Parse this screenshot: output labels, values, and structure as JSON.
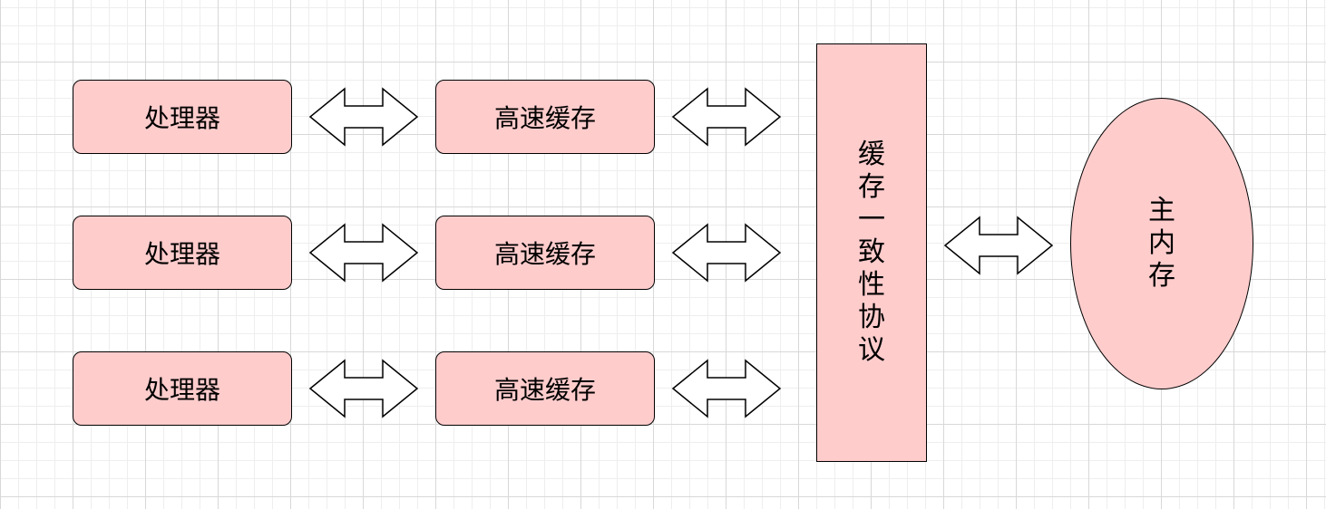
{
  "diagram": {
    "processor_label": "处理器",
    "cache_label": "高速缓存",
    "protocol_label": [
      "缓",
      "存",
      "一",
      "致",
      "性",
      "协",
      "议"
    ],
    "memory_label": [
      "主",
      "内",
      "存"
    ],
    "rows": [
      {
        "processor": "处理器",
        "cache": "高速缓存"
      },
      {
        "processor": "处理器",
        "cache": "高速缓存"
      },
      {
        "processor": "处理器",
        "cache": "高速缓存"
      }
    ],
    "colors": {
      "node_fill": "#ffcccc",
      "stroke": "#000000",
      "arrow_fill": "#ffffff"
    }
  }
}
